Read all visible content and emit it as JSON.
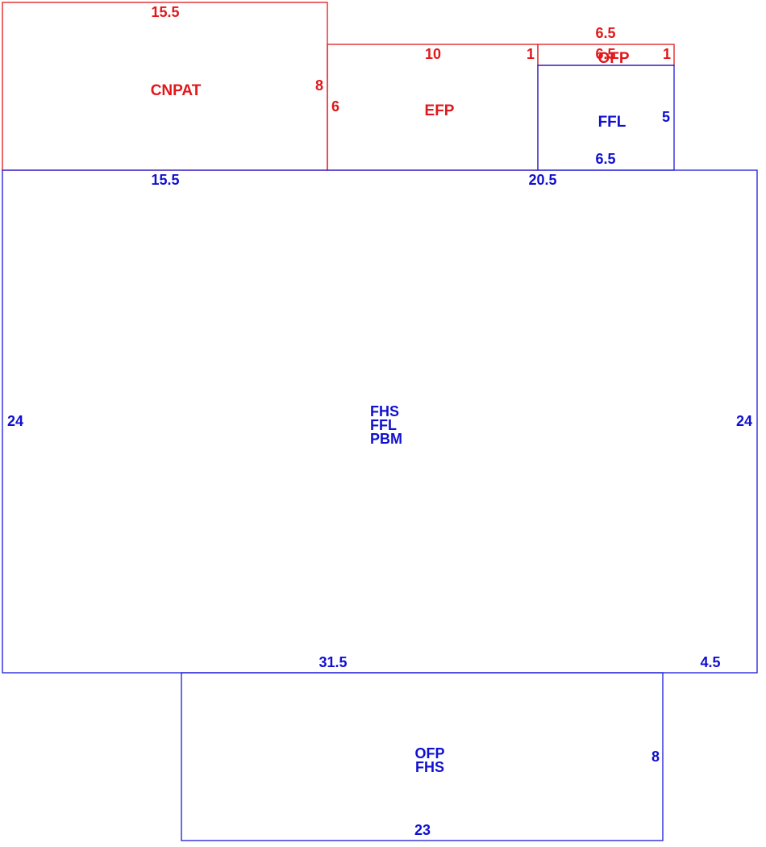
{
  "colors": {
    "red": "#e0181b",
    "blue": "#1010d0"
  },
  "areas": {
    "cnpat": {
      "code": "CNPAT",
      "top_dim": "15.5",
      "side_dim": "8"
    },
    "efp": {
      "code": "EFP",
      "top_dim": "10",
      "left_dim": "6",
      "right_dim": "1"
    },
    "ofp_top": {
      "code": "OFP",
      "top_dim": "6.5",
      "inner_dim": "6.5",
      "right_dim": "1"
    },
    "ffl_top": {
      "code": "FFL",
      "side_dim": "5",
      "bottom_dim": "6.5"
    },
    "main": {
      "codes": [
        "FHS",
        "FFL",
        "PBM"
      ],
      "top_dim_left": "15.5",
      "top_dim_right": "20.5",
      "left_dim": "24",
      "right_dim": "24",
      "bottom_dim": "31.5",
      "bottom_right_dim": "4.5"
    },
    "bottom": {
      "codes": [
        "OFP",
        "FHS"
      ],
      "side_dim": "8",
      "bottom_dim": "23"
    }
  }
}
